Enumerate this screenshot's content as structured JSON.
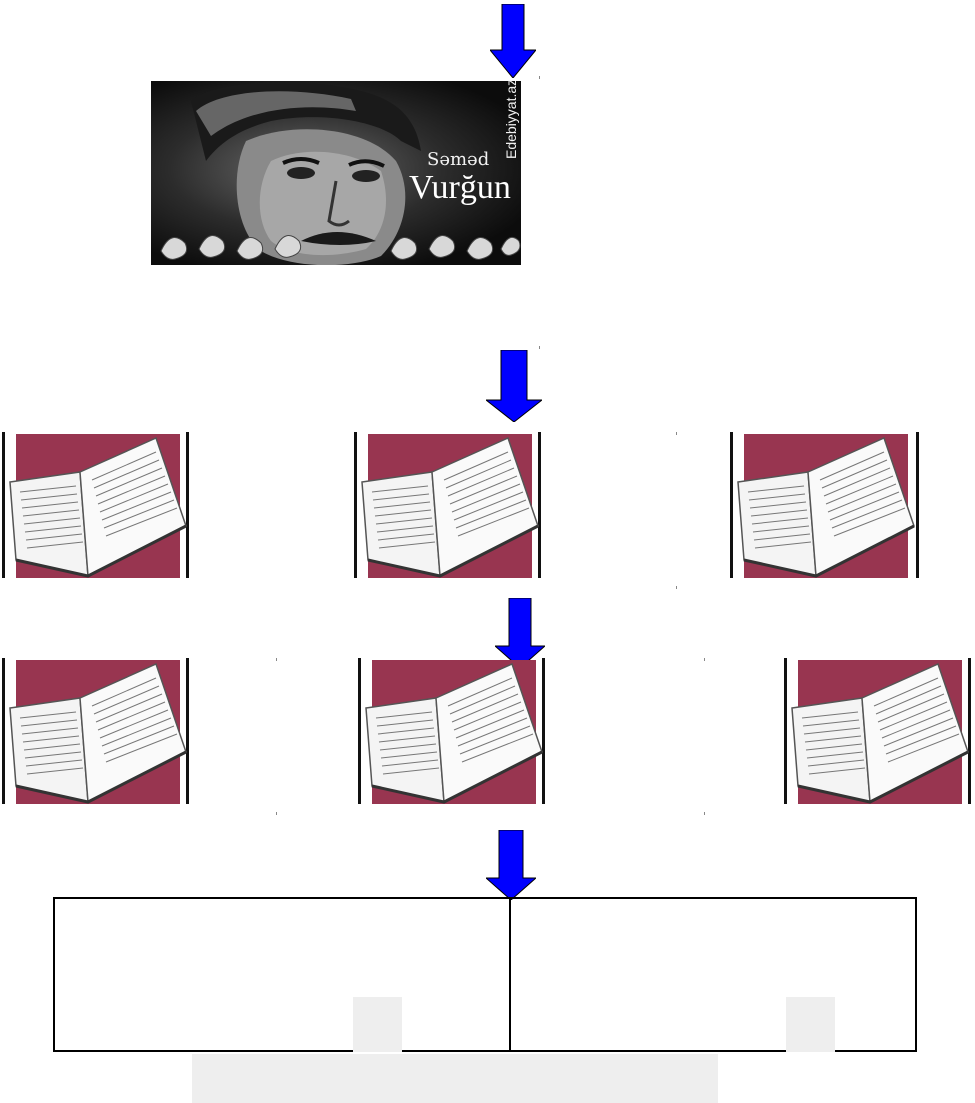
{
  "portrait": {
    "first_name": "Səməd",
    "last_name": "Vurğun",
    "site": "Edebiyyat.az"
  },
  "diagram": {
    "arrow_color": "#0000ff",
    "book_panel_color": "#983550",
    "book_rows": [
      {
        "count": 3
      },
      {
        "count": 3
      }
    ],
    "table_columns": 2,
    "table_cells": [
      "",
      ""
    ]
  }
}
